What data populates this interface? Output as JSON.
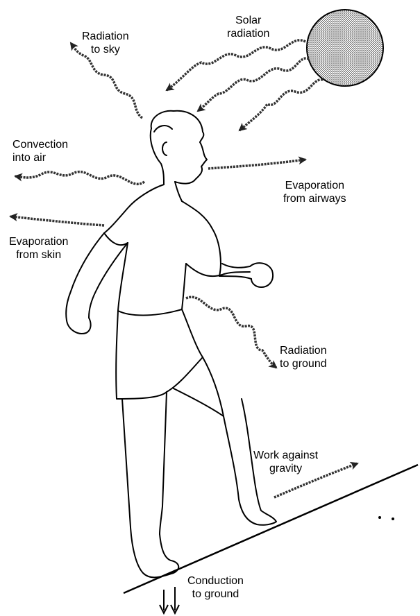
{
  "labels": {
    "solar": [
      "Solar",
      "radiation"
    ],
    "radiation_sky": [
      "Radiation",
      "to sky"
    ],
    "convection": [
      "Convection",
      "into air"
    ],
    "evap_airways": [
      "Evaporation",
      "from airways"
    ],
    "evap_skin": [
      "Evaporation",
      "from skin"
    ],
    "radiation_ground": [
      "Radiation",
      "to ground"
    ],
    "work_gravity": [
      "Work against",
      "gravity"
    ],
    "conduction": [
      "Conduction",
      "to ground"
    ]
  },
  "colors": {
    "ink": "#000000",
    "sun_fill": "#9a9a9a",
    "arrow": "#222222"
  }
}
